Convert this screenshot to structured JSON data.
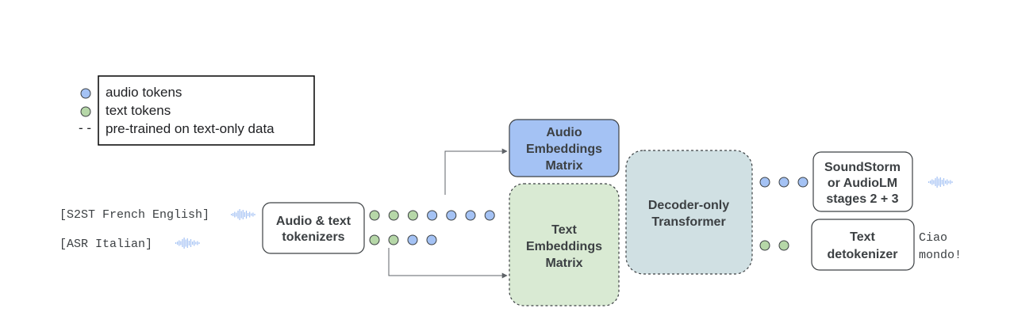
{
  "colors": {
    "audio_token": "#a4c2f4",
    "text_token": "#b6d7a8",
    "audio_matrix": "#a4c2f4",
    "text_matrix": "#d9ead3",
    "transformer": "#d0e0e3",
    "outline": "#3c4043",
    "waveform": "#a4c2f4"
  },
  "legend": {
    "audio": "audio tokens",
    "text": "text tokens",
    "dashed_marker": "- -",
    "dashed": "pre-trained on text-only data"
  },
  "inputs": {
    "s2st": "[S2ST French English]",
    "asr": "[ASR Italian]"
  },
  "boxes": {
    "tokenizer": [
      "Audio & text",
      "tokenizers"
    ],
    "audio_matrix": [
      "Audio",
      "Embeddings",
      "Matrix"
    ],
    "text_matrix": [
      "Text",
      "Embeddings",
      "Matrix"
    ],
    "transformer": [
      "Decoder-only",
      "Transformer"
    ],
    "soundstorm": [
      "SoundStorm",
      "or AudioLM",
      "stages 2 + 3"
    ],
    "detokenizer": [
      "Text",
      "detokenizer"
    ]
  },
  "tokens": {
    "row1": [
      "text",
      "text",
      "text",
      "audio",
      "audio",
      "audio",
      "audio"
    ],
    "row2": [
      "text",
      "text",
      "audio",
      "audio"
    ],
    "audio_out": [
      "audio",
      "audio",
      "audio"
    ],
    "text_out": [
      "text",
      "text"
    ]
  },
  "outputs": {
    "text": [
      "Ciao",
      "mondo!"
    ]
  }
}
